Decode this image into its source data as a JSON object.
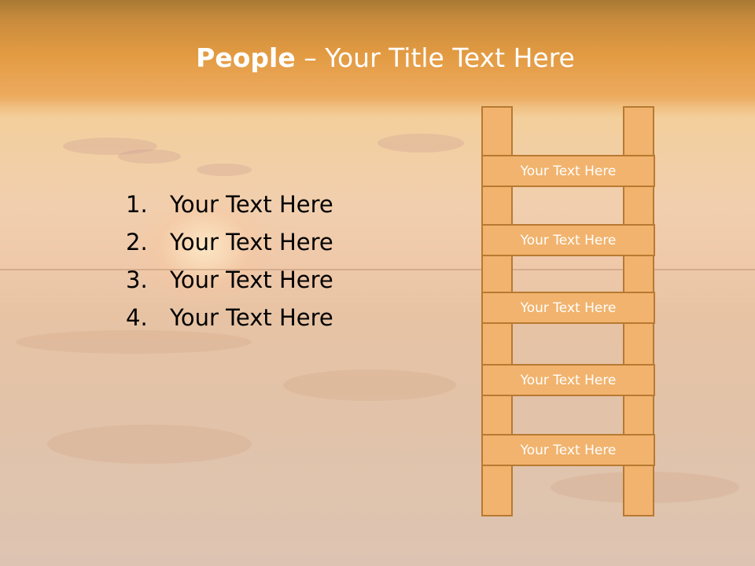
{
  "slide": {
    "title_bold": "People",
    "title_rest": " – Your Title Text Here",
    "list": [
      {
        "num": "1.",
        "text": "Your Text Here"
      },
      {
        "num": "2.",
        "text": "Your Text Here"
      },
      {
        "num": "3.",
        "text": "Your Text Here"
      },
      {
        "num": "4.",
        "text": "Your Text Here"
      }
    ],
    "ladder": {
      "rungs": [
        "Your Text Here",
        "Your Text Here",
        "Your Text Here",
        "Your Text Here",
        "Your Text Here"
      ]
    }
  },
  "colors": {
    "title_band": "#e39b42",
    "ladder_fill": "#f1b36d",
    "ladder_border": "#b87932",
    "title_text": "#ffffff",
    "body_text": "#000000"
  }
}
